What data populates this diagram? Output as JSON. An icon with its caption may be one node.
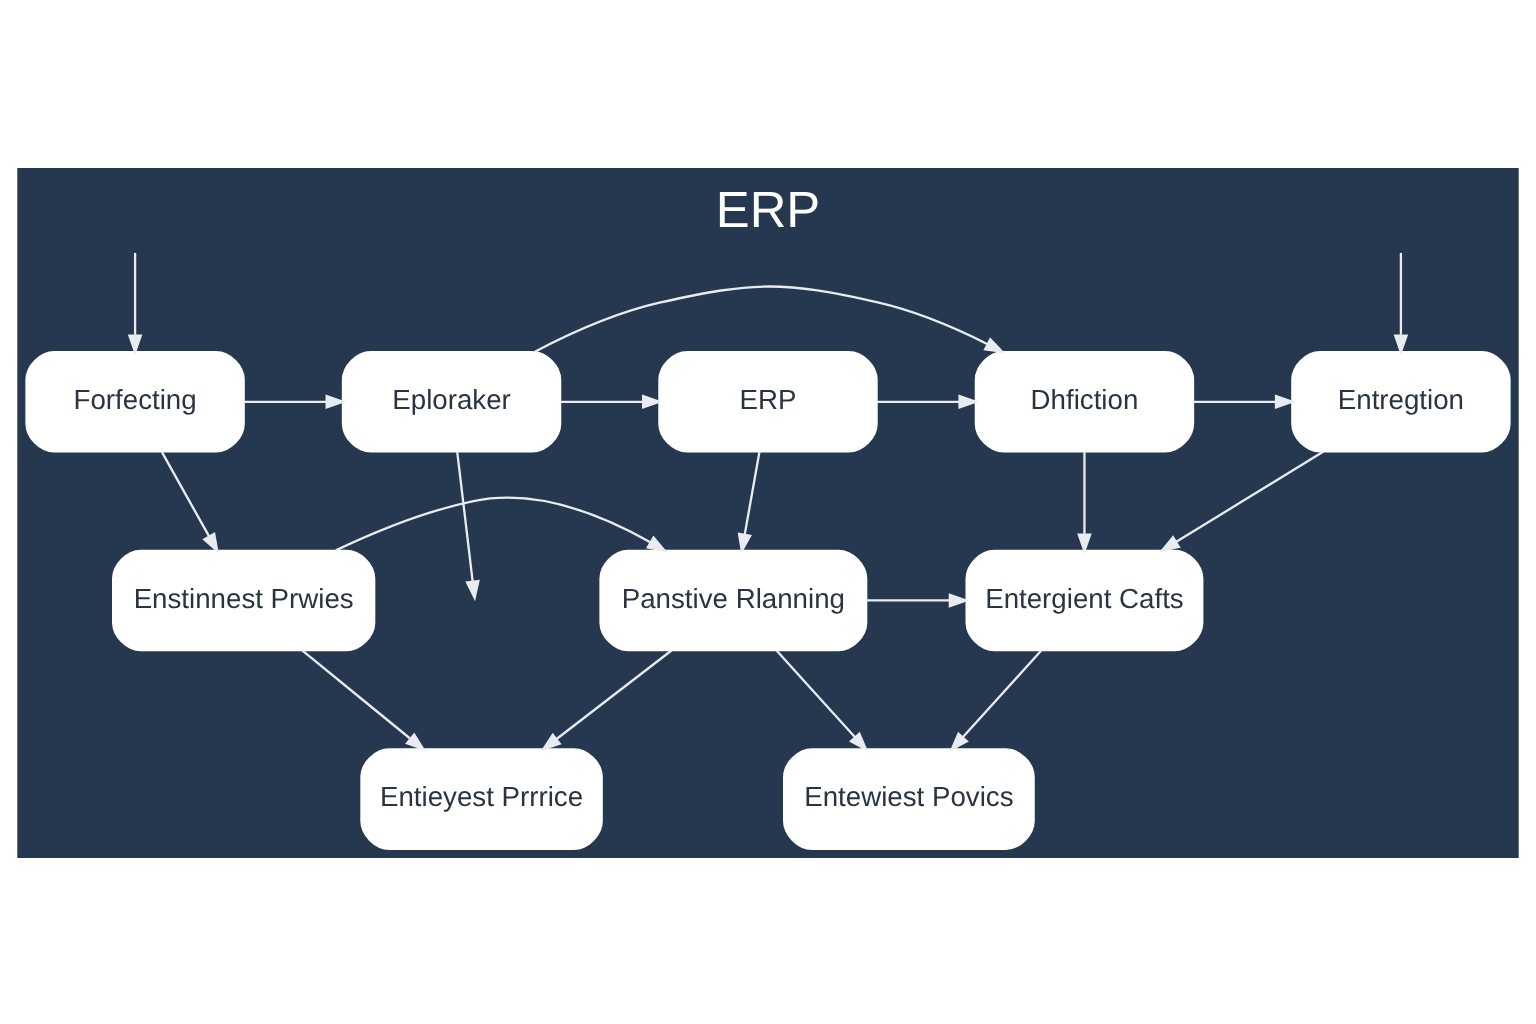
{
  "diagram": {
    "title": "ERP",
    "nodes": [
      {
        "text": [
          "Forfecting"
        ]
      },
      {
        "text": [
          "Eploraker"
        ]
      },
      {
        "text": [
          "ERP"
        ]
      },
      {
        "text": [
          "Dhfiction"
        ]
      },
      {
        "text": [
          "Entregtion"
        ]
      },
      {
        "text": [
          "Enstinnest Prwies"
        ]
      },
      {
        "text": [
          "Panstive Rlanning"
        ]
      },
      {
        "text": [
          "Entergient Cafts"
        ]
      },
      {
        "text": [
          "Entieyest Prrrice"
        ]
      },
      {
        "text": [
          "Entewiest Povics"
        ]
      }
    ],
    "edges": [
      {
        "from": null,
        "to": 0,
        "arrow": "to"
      },
      {
        "from": null,
        "to": 4,
        "arrow": "to"
      },
      {
        "from": 0,
        "to": 1,
        "arrow": "to"
      },
      {
        "from": 1,
        "to": 2,
        "arrow": "to"
      },
      {
        "from": 2,
        "to": 3,
        "arrow": "to"
      },
      {
        "from": 3,
        "to": 4,
        "arrow": "to"
      },
      {
        "from": 1,
        "to": 3,
        "arrow": "to"
      },
      {
        "from": 0,
        "to": 5,
        "arrow": "to"
      },
      {
        "from": 1,
        "to": null,
        "arrow": "to"
      },
      {
        "from": 2,
        "to": 6,
        "arrow": "to"
      },
      {
        "from": 3,
        "to": 7,
        "arrow": "to"
      },
      {
        "from": 4,
        "to": 7,
        "arrow": "to"
      },
      {
        "from": 5,
        "to": 6,
        "arrow": "to"
      },
      {
        "from": 5,
        "to": 8,
        "arrow": "to"
      },
      {
        "from": 6,
        "to": 8,
        "arrow": "to"
      },
      {
        "from": 6,
        "to": 7,
        "arrow": "to"
      },
      {
        "from": 6,
        "to": 9,
        "arrow": "to"
      },
      {
        "from": 7,
        "to": 9,
        "arrow": "to"
      }
    ]
  }
}
